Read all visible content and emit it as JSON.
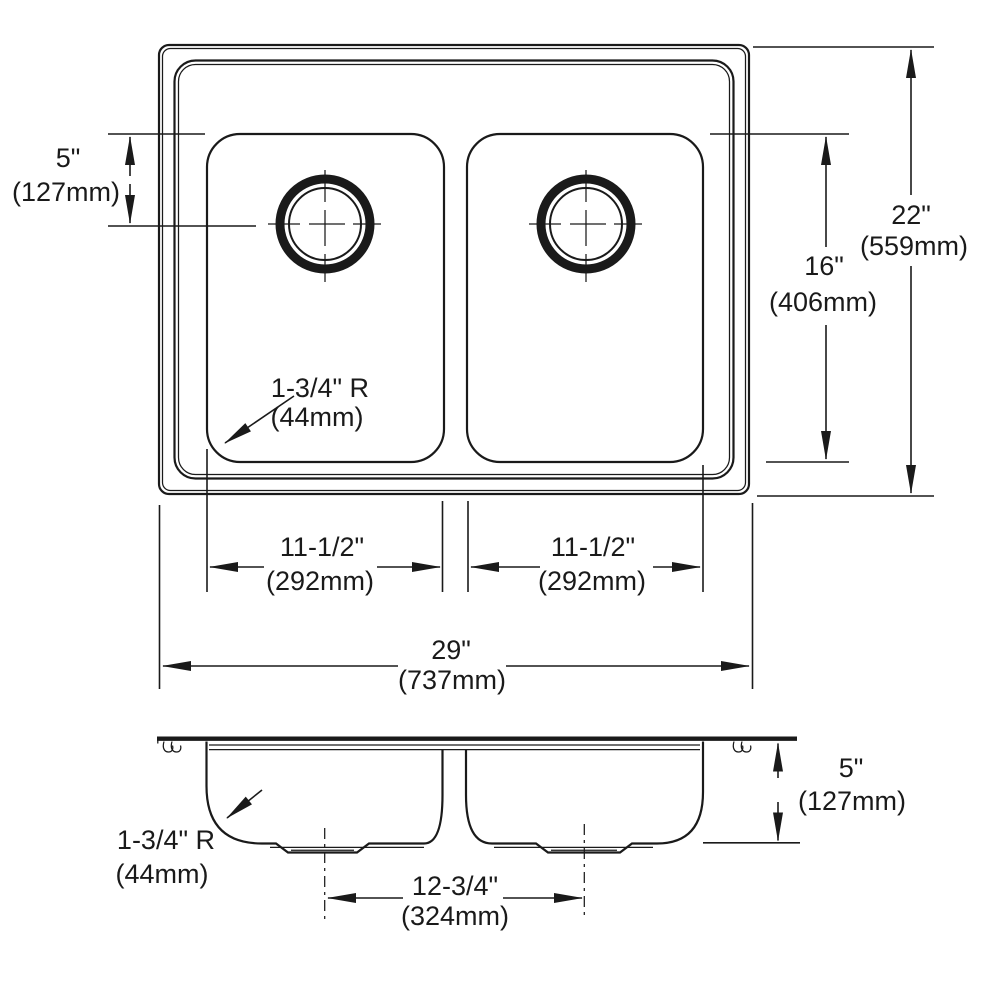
{
  "colors": {
    "ink": "#1a1a1a",
    "background": "#ffffff"
  },
  "labels": {
    "hole_offset_in": "5\"",
    "hole_offset_mm": "(127mm)",
    "overall_depth_in": "22\"",
    "overall_depth_mm": "(559mm)",
    "bowl_length_in": "16\"",
    "bowl_length_mm": "(406mm)",
    "plan_radius_r": "1-3/4\" R",
    "plan_radius_mm": "(44mm)",
    "left_bowl_width_in": "11-1/2\"",
    "left_bowl_width_mm": "(292mm)",
    "right_bowl_width_in": "11-1/2\"",
    "right_bowl_width_mm": "(292mm)",
    "overall_width_in": "29\"",
    "overall_width_mm": "(737mm)",
    "side_radius_r": "1-3/4\" R",
    "side_radius_mm": "(44mm)",
    "drain_spacing_in": "12-3/4\"",
    "drain_spacing_mm": "(324mm)",
    "depth_in": "5\"",
    "depth_mm": "(127mm)"
  }
}
